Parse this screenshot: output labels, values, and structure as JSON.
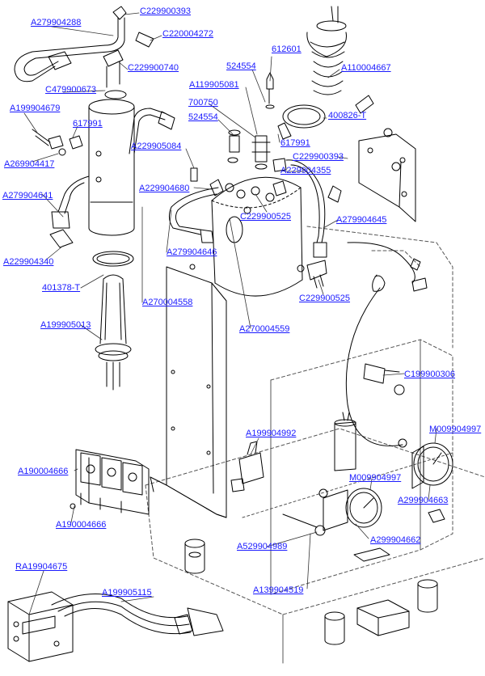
{
  "diagram": {
    "labels": [
      {
        "id": "l1",
        "text": "A279904288"
      },
      {
        "id": "l2",
        "text": "C229900393"
      },
      {
        "id": "l3",
        "text": "C220004272"
      },
      {
        "id": "l4",
        "text": "C229900740"
      },
      {
        "id": "l5",
        "text": "C479900673"
      },
      {
        "id": "l6",
        "text": "612601"
      },
      {
        "id": "l7",
        "text": "524554"
      },
      {
        "id": "l8",
        "text": "A110004667"
      },
      {
        "id": "l9",
        "text": "A119905081"
      },
      {
        "id": "l10",
        "text": "700750"
      },
      {
        "id": "l11",
        "text": "524554"
      },
      {
        "id": "l12",
        "text": "400826-T"
      },
      {
        "id": "l13",
        "text": "617991"
      },
      {
        "id": "l14",
        "text": "A199904679"
      },
      {
        "id": "l15",
        "text": "617991"
      },
      {
        "id": "l16",
        "text": "A229905084"
      },
      {
        "id": "l17",
        "text": "C229900393"
      },
      {
        "id": "l18",
        "text": "A269904417"
      },
      {
        "id": "l19",
        "text": "A229904355"
      },
      {
        "id": "l20",
        "text": "A229904680"
      },
      {
        "id": "l21",
        "text": "A279904641"
      },
      {
        "id": "l22",
        "text": "C229900525"
      },
      {
        "id": "l23",
        "text": "A279904645"
      },
      {
        "id": "l24",
        "text": "A229904340"
      },
      {
        "id": "l25",
        "text": "A279904646"
      },
      {
        "id": "l26",
        "text": "401378-T"
      },
      {
        "id": "l27",
        "text": "C229900525"
      },
      {
        "id": "l28",
        "text": "A270004558"
      },
      {
        "id": "l29",
        "text": "A199905013"
      },
      {
        "id": "l30",
        "text": "A270004559"
      },
      {
        "id": "l31",
        "text": "C199900306"
      },
      {
        "id": "l32",
        "text": "M009904997"
      },
      {
        "id": "l33",
        "text": "A199904992"
      },
      {
        "id": "l34",
        "text": "A190004666"
      },
      {
        "id": "l35",
        "text": "M009904997"
      },
      {
        "id": "l36",
        "text": "A299904663"
      },
      {
        "id": "l37",
        "text": "A190004666"
      },
      {
        "id": "l38",
        "text": "A299904662"
      },
      {
        "id": "l39",
        "text": "A529904989"
      },
      {
        "id": "l40",
        "text": "RA19904675"
      },
      {
        "id": "l41",
        "text": "A199905115"
      },
      {
        "id": "l42",
        "text": "A139904519"
      }
    ]
  }
}
